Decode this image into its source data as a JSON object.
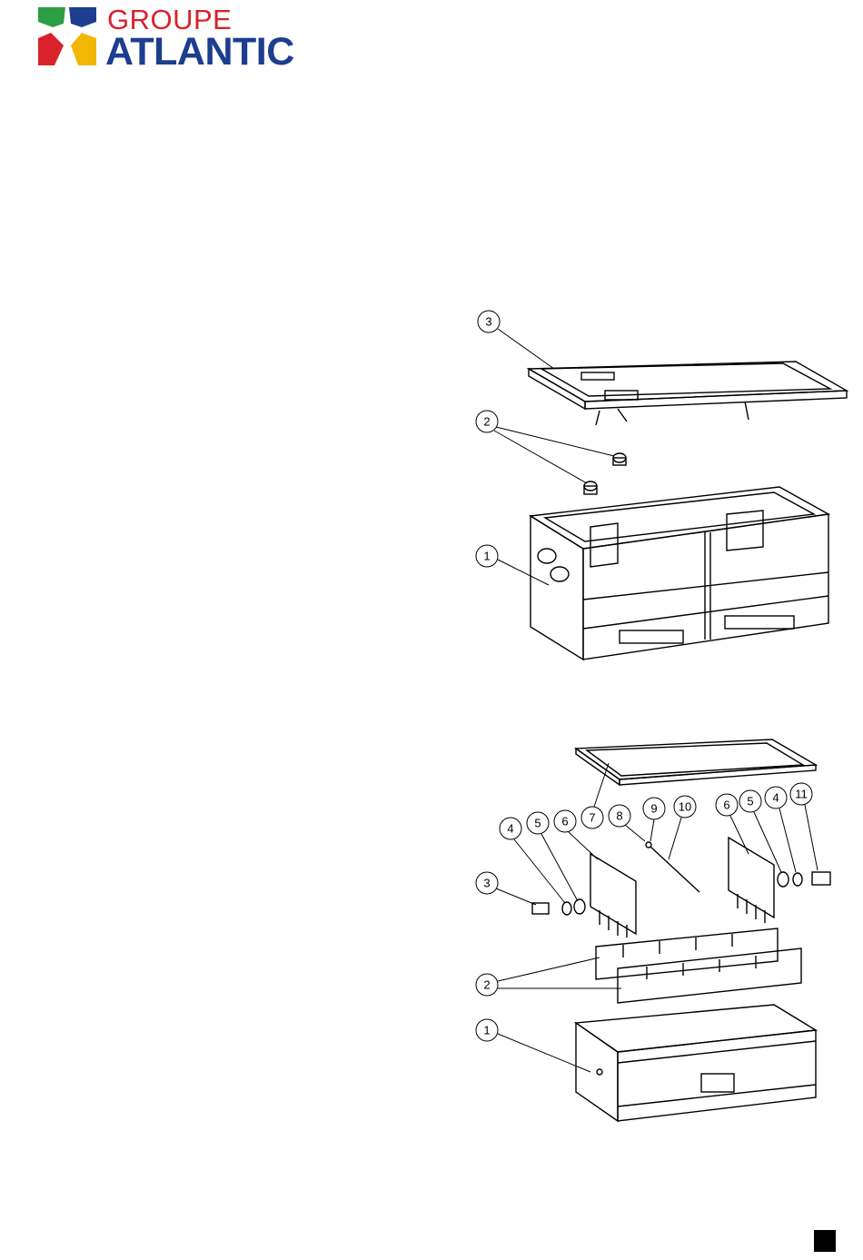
{
  "brand": {
    "line1": "GROUPE",
    "line2": "ATLANTIC",
    "colors": {
      "red": "#d8232a",
      "blue": "#1d3d8f",
      "green": "#2e9e44",
      "yellow": "#f2b705"
    }
  },
  "drawing_top": {
    "callouts": [
      "3",
      "2",
      "1"
    ]
  },
  "drawing_bottom": {
    "callouts": [
      "4",
      "5",
      "6",
      "7",
      "8",
      "9",
      "10",
      "6",
      "5",
      "4",
      "11",
      "3",
      "2",
      "1"
    ]
  }
}
